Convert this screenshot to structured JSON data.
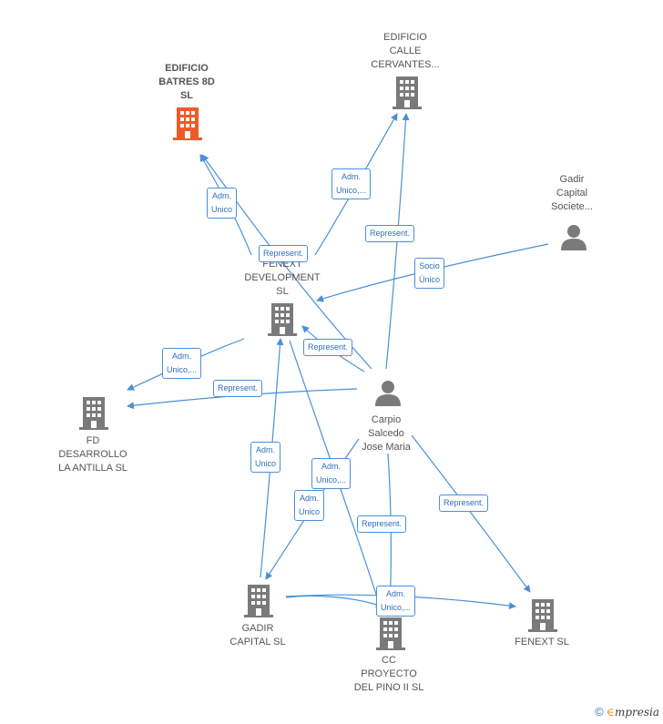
{
  "colors": {
    "edge": "#4a90d9",
    "node_icon": "#7a7a7a",
    "focus_icon": "#f05a28",
    "label_text": "#555555",
    "edge_label_text": "#2f6fb8"
  },
  "nodes": {
    "batres": {
      "label": "EDIFICIO\nBATRES 8D\nSL",
      "icon": "building-icon"
    },
    "cervantes": {
      "label": "EDIFICIO\nCALLE\nCERVANTES...",
      "icon": "building-icon"
    },
    "gadir_capital_soc": {
      "label": "Gadir\nCapital\nSociete...",
      "icon": "person-icon"
    },
    "fenext_dev": {
      "label": "FENEXT\nDEVELOPMENT\nSL",
      "icon": "building-icon"
    },
    "fd_desarrollo": {
      "label": "FD\nDESARROLLO\nLA ANTILLA  SL",
      "icon": "building-icon"
    },
    "carpio": {
      "label": "Carpio\nSalcedo\nJose Maria",
      "icon": "person-icon"
    },
    "gadir_capital": {
      "label": "GADIR\nCAPITAL  SL",
      "icon": "building-icon"
    },
    "cc_proyecto": {
      "label": "CC\nPROYECTO\nDEL PINO II  SL",
      "icon": "building-icon"
    },
    "fenext": {
      "label": "FENEXT  SL",
      "icon": "building-icon"
    }
  },
  "edge_labels": {
    "adm_unico_1": "Adm.\nUnico",
    "adm_unico_2": "Adm.\nUnico,...",
    "represent_1": "Represent.",
    "represent_2": "Represent.",
    "socio_unico": "Socio\nÚnico",
    "represent_3": "Represent.",
    "adm_unico_3": "Adm.\nUnico,...",
    "represent_4": "Represent.",
    "adm_unico_4": "Adm.\nUnico",
    "adm_unico_5": "Adm.\nUnico,...",
    "adm_unico_6": "Adm.\nUnico",
    "represent_5": "Represent.",
    "represent_6": "Represent.",
    "adm_unico_7": "Adm.\nUnico,..."
  },
  "footer": {
    "copyright": "©",
    "brand_e": "∈",
    "brand_rest": "mpresia"
  }
}
